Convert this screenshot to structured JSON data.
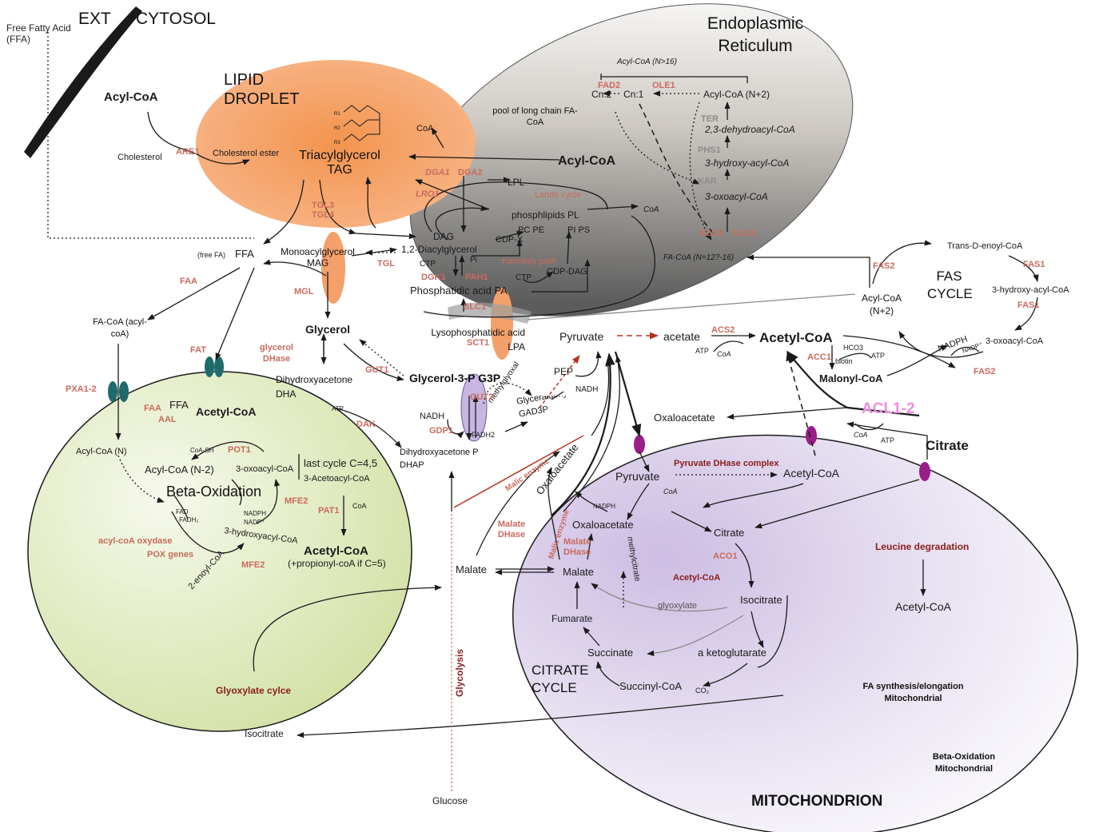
{
  "colors": {
    "lipid_droplet": "#f5a26b",
    "er_dark": "#6f6f6f",
    "peroxisome": "#e4edc8",
    "mitochondrion": "#d9cde9",
    "enzyme": "#c96b5e",
    "highlight": "#8b1c1c",
    "acl": "#f08ce0",
    "transporter_teal": "#1f6b6b",
    "transporter_purple": "#9a1d8a"
  },
  "compartments": {
    "ext": "EXT",
    "cytosol": "CYTOSOL",
    "ffa_ext": "Free Fatty Acid (FFA)",
    "lipid_droplet": "LIPID DROPLET",
    "er": "Endoplasmic Reticulum",
    "mito": "MITOCHONDRION",
    "fas_cycle": "FAS CYCLE",
    "citrate_cycle": "CITRATE CYCLE",
    "beta_ox": "Beta-Oxidation"
  },
  "metabolites": {
    "acyl_coa_ld": "Acyl-CoA",
    "cholesterol": "Cholesterol",
    "cholesterol_ester": "Cholesterol ester",
    "tag": "Triacylglycerol TAG",
    "coa_top": "CoA",
    "pool": "pool of long chain FA-CoA",
    "acyl_coa_er": "Acyl-CoA",
    "acyl_coa_n16": "Acyl-CoA (N>16)",
    "cn2": "Cn:2",
    "cn1": "Cn:1",
    "acyl_coa_n2_er": "Acyl-CoA (N+2)",
    "dehydroacyl": "2,3-dehydroacyl-CoA",
    "hydroxyacyl_er": "3-hydroxy-acyl-CoA",
    "oxoacyl_er": "3-oxoacyl-CoA",
    "fa_coa_n12": "FA-CoA (N=12?-16)",
    "lpl": "LPL",
    "lands": "Lands cycle",
    "coa_er": "CoA",
    "phospholipids": "phosphlipids PL",
    "dag": "DAG",
    "pcpe": "PC PE",
    "pips": "PI PS",
    "cdpx": "CDP-X",
    "diacylglycerol": "1,2-Diacylglycerol",
    "free_fa": "(free FA)",
    "ffa": "FFA",
    "mag": "Monoacylglycerol MAG",
    "ctp1": "CTP",
    "pi": "Pi",
    "kennedy": "Kennedy path",
    "ctp2": "CTP",
    "cdp_dag": "CDP-DAG",
    "pa": "Phosphatidic acid PA",
    "glycerol": "Glycerol",
    "lpa": "Lysophosphatidic acid LPA",
    "fa_coa_cyt": "FA-CoA (acyl-coA)",
    "dihydroxyacetone": "Dihydroxyacetone DHA",
    "atp_dak": "ATP",
    "g3p": "Glycerol-3-P G3P",
    "nadh_gdp": "NADH",
    "fadh2": "FADH2",
    "dhap": "Dihydroxyacetone P DHAP",
    "methylglyoxal": "methylglyoxal",
    "pep": "PEP",
    "nadh_gad": "NADH",
    "gad3p": "Glyceraldehyde-3P GAD3P",
    "pyruvate_cyt": "Pyruvate",
    "acetate": "acetate",
    "atp_acs": "ATP",
    "coa_acs": "CoA",
    "acetyl_coa_cyt": "Acetyl-CoA",
    "hco3": "HCO3",
    "biotin": "biotin",
    "atp_acc": "ATP",
    "malonyl": "Malonyl-CoA",
    "trans_enoyl": "Trans-D-enoyl-CoA",
    "hydroxyacyl_fas": "3-hydroxy-acyl-CoA",
    "oxoacyl_fas": "3-oxoacyl-CoA",
    "nadph_fas": "NADPH",
    "nadp_fas": "NADP⁺",
    "acyl_coa_n2_fas": "Acyl-CoA (N+2)",
    "oxaloacetate_cyt": "Oxaloacetate",
    "coa_acl": "CoA",
    "atp_acl": "ATP",
    "citrate_out": "Citrate",
    "ffa_px": "FFA",
    "acetyl_coa_px1": "Acetyl-CoA",
    "coa_sh": "CoA-SH",
    "acyl_coa_n": "Acyl-CoA (N)",
    "acyl_coa_n2": "Acyl-CoA (N-2)",
    "oxoacyl_px": "3-oxoacyl-CoA",
    "last_cycle": "last cycle  C=4,5",
    "acetoacyl": "3-Acetoacyl-CoA",
    "coa_px": "CoA",
    "fad": "FAD",
    "fadh2_px": "FADH₂",
    "nadph_px": "NADPH",
    "nadp_px": "NADP⁺",
    "hydroxyacyl_px": "3-hydroxyacyl-CoA",
    "enoyl_px": "2-enoyl-CoA",
    "acetyl_coa_px2": "Acetyl-CoA",
    "propionyl": "(+propionyl-coA if C=5)",
    "glyoxylate_cycle": "Glyoxylate cylce",
    "isocitrate_cyt": "Isocitrate",
    "glycolysis": "Glycolysis",
    "glucose": "Glucose",
    "malate_cyt": "Malate",
    "oxaloacetate_mid": "Oxaloacetate",
    "pyruvate_m": "Pyruvate",
    "pdh": "Pyruvate DHase complex",
    "acetyl_coa_m": "Acetyl-CoA",
    "coa_m": "CoA",
    "nadph_m": "NADPH",
    "oxaloacetate_m": "Oxaloacetate",
    "citrate_m": "Citrate",
    "malate_m": "Malate",
    "methylcitrate": "methylcitrate",
    "acetyl_coa_gly": "Acetyl-CoA",
    "glyoxylate": "glyoxylate",
    "isocitrate_m": "Isocitrate",
    "fumarate": "Fumarate",
    "succinate": "Succinate",
    "ketoglutarate": "a ketoglutarate",
    "succinyl": "Succinyl-CoA",
    "co2": "CO₂",
    "leucine": "Leucine degradation",
    "acetyl_coa_leu": "Acetyl-CoA",
    "fa_synth": "FA synthesis/elongation Mitochondrial",
    "beta_mito": "Beta-Oxidation Mitochondrial"
  },
  "enzymes": {
    "are1": "ARE1",
    "dga1": "DGA1",
    "dga2": "DGA2",
    "lro1": "LRO1",
    "tgl3": "TGL3",
    "tgl4": "TGL4",
    "tgl": "TGL",
    "mgl": "MGL",
    "dgk1": "DGK1",
    "pah1": "PAH1",
    "slc1": "SLC1",
    "sct1": "SCT1",
    "faa1": "FAA",
    "fat": "FAT",
    "pxa": "PXA1-2",
    "faa2": "FAA",
    "aal": "AAL",
    "glycerol_dhase": "glycerol DHase",
    "gut1": "GUT1",
    "gut2": "GUT2",
    "dak": "DAK",
    "gdp1": "GDP1",
    "pot1": "POT1",
    "mfe2a": "MFE2",
    "pat1": "PAT1",
    "acyl_oxydase": "acyl-coA oxydase",
    "pox": "POX genes",
    "mfe2b": "MFE2",
    "fad2": "FAD2",
    "ole1": "OLE1",
    "ter": "TER",
    "phs1": "PHS1",
    "kar": "KAR",
    "elo1": "ELO1",
    "elo2": "ELO2",
    "fas2a": "FAS2",
    "fas1a": "FAS1",
    "fas1b": "FAS1",
    "fas2b": "FAS2",
    "acs2": "ACS2",
    "acc1": "ACC1",
    "acl": "ACL1-2",
    "malic_cyt": "Malic enzyme",
    "malate_dhase_cyt": "Malate DHase",
    "malic_m": "Malic enzyme",
    "malate_dhase_m": "Malate DHase",
    "aco1": "ACO1"
  }
}
